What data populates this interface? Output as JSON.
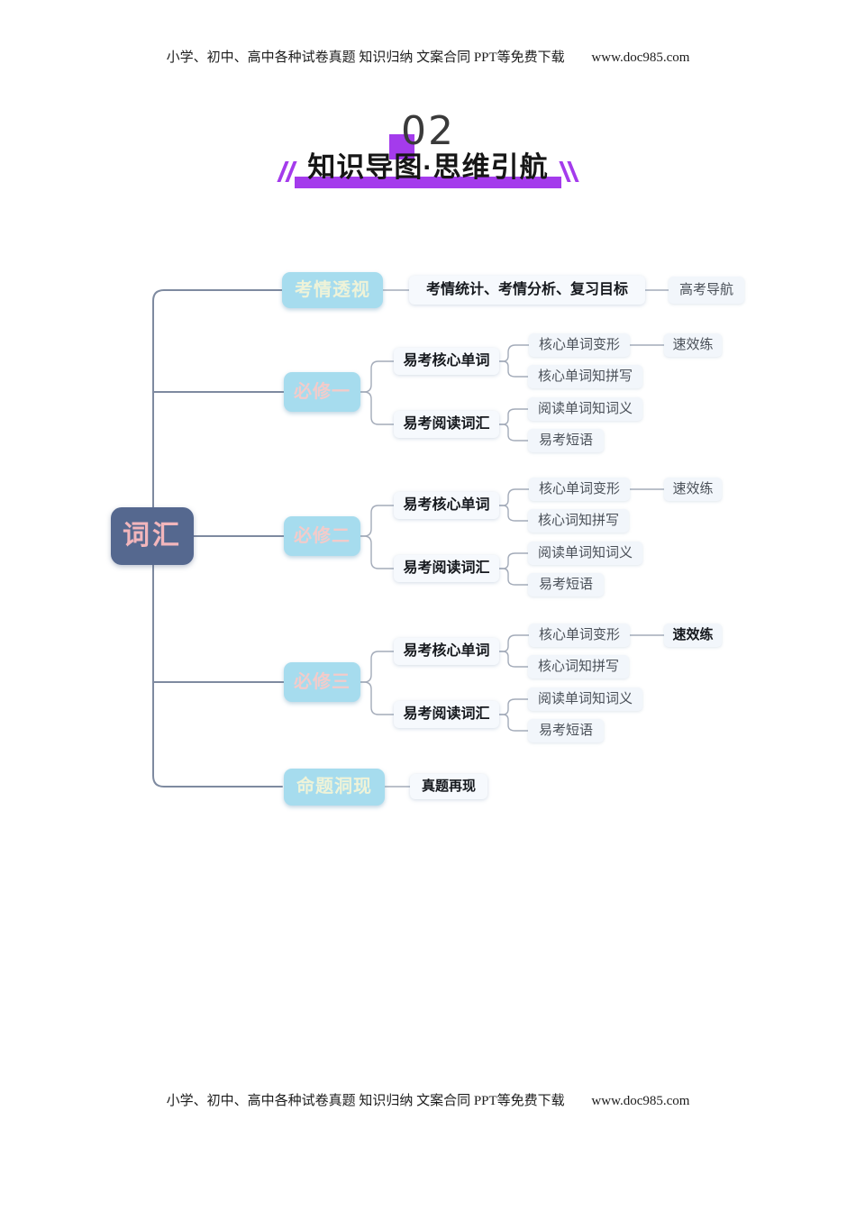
{
  "header": {
    "text": "小学、初中、高中各种试卷真题 知识归纳  文案合同  PPT等免费下载",
    "url": "www.doc985.com"
  },
  "footer": {
    "text": "小学、初中、高中各种试卷真题 知识归纳  文案合同  PPT等免费下载",
    "url": "www.doc985.com"
  },
  "section": {
    "number": "02",
    "title": "知识导图·思维引航"
  },
  "colors": {
    "accent_purple": "#A43BEC",
    "root_bg": "#55688F",
    "root_text": "#F2B6BC",
    "branch_bg": "#A6DCEE",
    "branch_text_pink": "#F3CBCA",
    "branch_text_cream": "#EFF3D8",
    "trunk_line": "#7E8AA0",
    "wire_line": "#A3ABB9"
  },
  "mindmap": {
    "root": {
      "label": "词汇"
    },
    "branches": [
      {
        "label": "考情透视",
        "children": [
          {
            "label": "考情统计、考情分析、复习目标",
            "children": [
              {
                "label": "高考导航"
              }
            ]
          }
        ]
      },
      {
        "label": "必修一",
        "children": [
          {
            "label": "易考核心单词",
            "children": [
              {
                "label": "核心单词变形",
                "children": [
                  {
                    "label": "速效练"
                  }
                ]
              },
              {
                "label": "核心单词知拼写"
              }
            ]
          },
          {
            "label": "易考阅读词汇",
            "children": [
              {
                "label": "阅读单词知词义"
              },
              {
                "label": "易考短语"
              }
            ]
          }
        ]
      },
      {
        "label": "必修二",
        "children": [
          {
            "label": "易考核心单词",
            "children": [
              {
                "label": "核心单词变形",
                "children": [
                  {
                    "label": "速效练"
                  }
                ]
              },
              {
                "label": "核心词知拼写"
              }
            ]
          },
          {
            "label": "易考阅读词汇",
            "children": [
              {
                "label": "阅读单词知词义"
              },
              {
                "label": "易考短语"
              }
            ]
          }
        ]
      },
      {
        "label": "必修三",
        "children": [
          {
            "label": "易考核心单词",
            "children": [
              {
                "label": "核心单词变形",
                "children": [
                  {
                    "label": "速效练"
                  }
                ]
              },
              {
                "label": "核心词知拼写"
              }
            ]
          },
          {
            "label": "易考阅读词汇",
            "children": [
              {
                "label": "阅读单词知词义"
              },
              {
                "label": "易考短语"
              }
            ]
          }
        ]
      },
      {
        "label": "命题洞现",
        "children": [
          {
            "label": "真题再现"
          }
        ]
      }
    ]
  }
}
